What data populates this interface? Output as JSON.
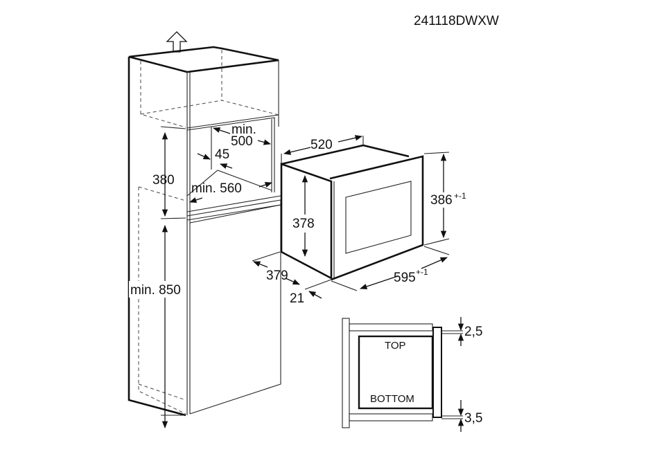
{
  "drawing_code": "241118DWXW",
  "cabinet": {
    "niche_depth": "min.",
    "niche_depth_value": "500",
    "back_gap": "45",
    "niche_width": "min. 560",
    "niche_height": "380",
    "lower_height": "min. 850"
  },
  "appliance": {
    "body_depth": "520",
    "body_height": "378",
    "front_height": "386",
    "front_height_tolerance": "+-1",
    "front_width": "595",
    "front_width_tolerance": "+-1",
    "side_depth": "379",
    "front_thickness": "21"
  },
  "detail": {
    "top_label": "TOP",
    "bottom_label": "BOTTOM",
    "top_gap": "2,5",
    "bottom_gap": "3,5"
  }
}
